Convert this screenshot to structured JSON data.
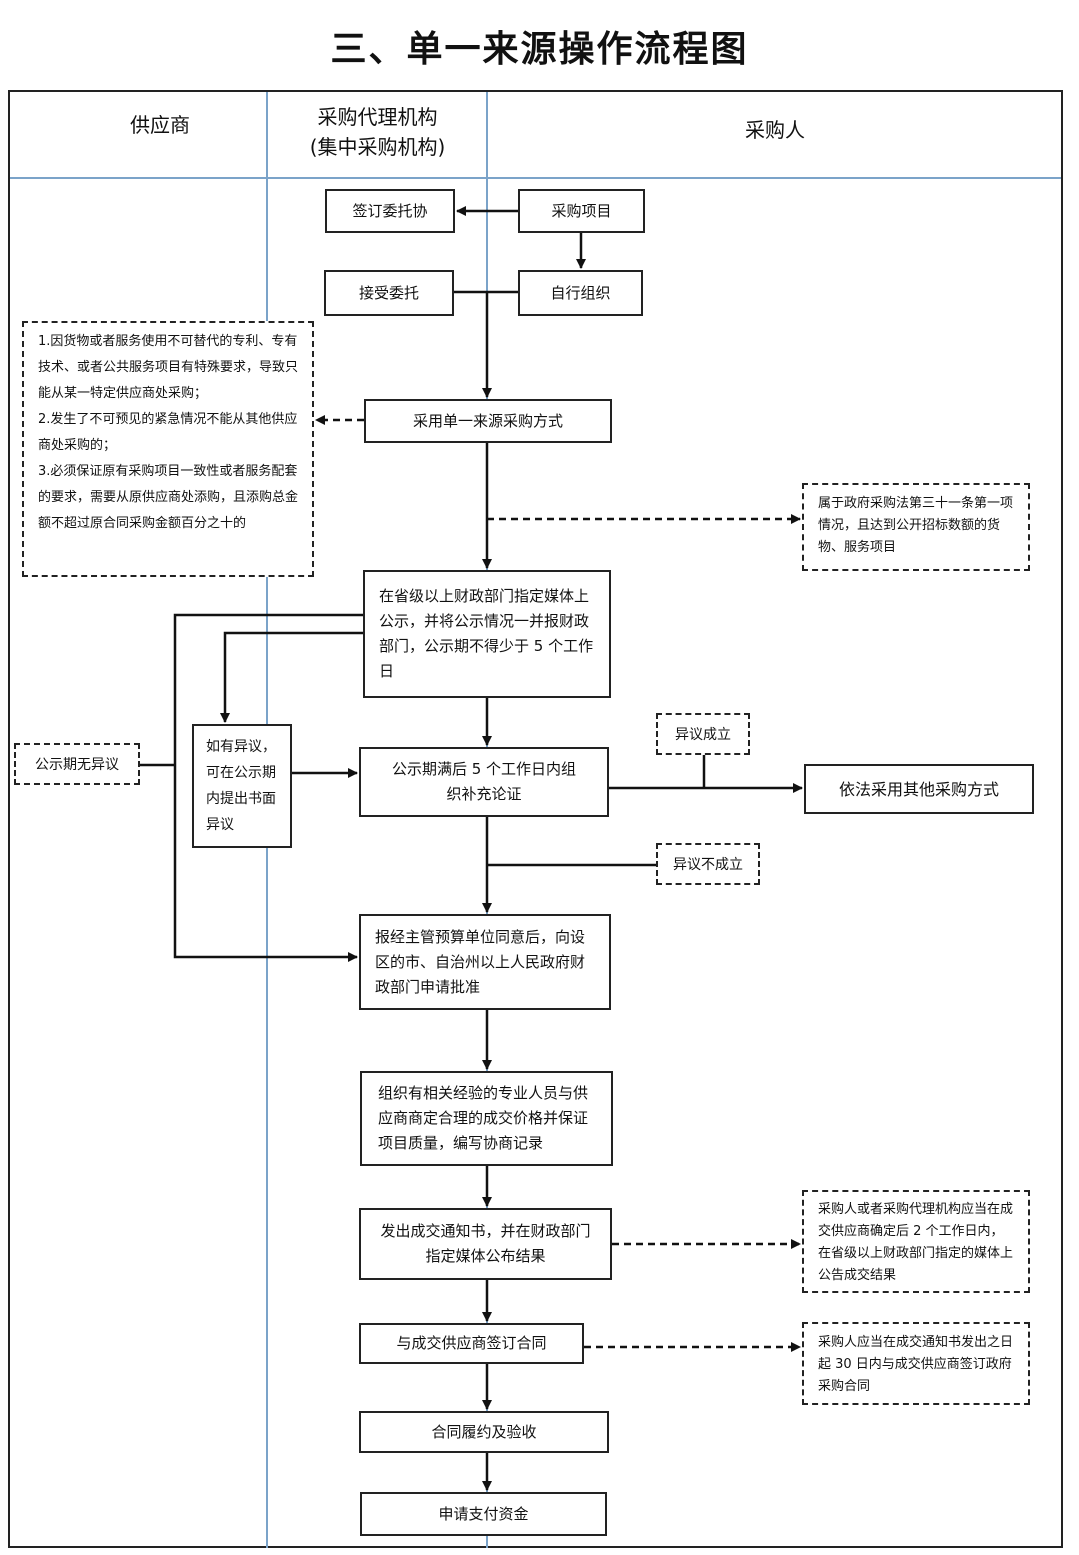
{
  "title": "三、单一来源操作流程图",
  "lanes": {
    "supplier": "供应商",
    "agency_line1": "采购代理机构",
    "agency_line2": "(集中采购机构)",
    "purchaser": "采购人"
  },
  "nodes": {
    "sign_delegation": "签订委托协",
    "procurement_project": "采购项目",
    "accept_delegation": "接受委托",
    "self_organize": "自行组织",
    "adopt_single_source": "采用单一来源采购方式",
    "publicize": "在省级以上财政部门指定媒体上公示，并将公示情况一并报财政部门，公示期不得少于 5 个工作日",
    "objection_window": "如有异议，可在公示期内提出书面异议",
    "supplementary_demonstration": "公示期满后 5 个工作日内组织补充论证",
    "other_methods": "依法采用其他采购方式",
    "apply_approval": "报经主管预算单位同意后，向设区的市、自治州以上人民政府财政部门申请批准",
    "negotiate": "组织有相关经验的专业人员与供应商商定合理的成交价格并保证项目质量，编写协商记录",
    "issue_notice": "发出成交通知书，并在财政部门指定媒体公布结果",
    "sign_contract": "与成交供应商签订合同",
    "perform_accept": "合同履约及验收",
    "apply_payment": "申请支付资金"
  },
  "notes": {
    "conditions": [
      "1.因货物或者服务使用不可替代的专利、专有技术、或者公共服务项目有特殊要求，导致只能从某一特定供应商处采购；",
      "2.发生了不可预见的紧急情况不能从其他供应商处采购的；",
      "3.必须保证原有采购项目一致性或者服务配套的要求，需要从原供应商处添购，且添购总金额不超过原合同采购金额百分之十的"
    ],
    "gov_law": "属于政府采购法第三十一条第一项情况，且达到公开招标数额的货物、服务项目",
    "no_objection": "公示期无异议",
    "objection_valid": "异议成立",
    "objection_invalid": "异议不成立",
    "announce_result": "采购人或者采购代理机构应当在成交供应商确定后 2 个工作日内，在省级以上财政部门指定的媒体上公告成交结果",
    "contract_deadline": "采购人应当在成交通知书发出之日起 30 日内与成交供应商签订政府采购合同"
  }
}
